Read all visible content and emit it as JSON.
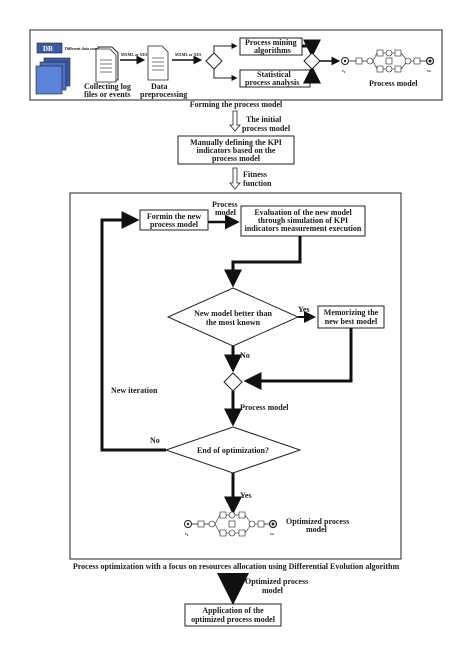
{
  "top_section": {
    "db_label": "DB",
    "data_sources_label": "Different data sources",
    "collecting_label_1": "Collecting log",
    "collecting_label_2": "files or events",
    "format_label_1": "MXML or XES",
    "preprocessing_label_1": "Data",
    "preprocessing_label_2": "preprocessing",
    "format_label_2": "MXML or XES",
    "mining_label_1": "Process mining",
    "mining_label_2": "algorithms",
    "statistical_label_1": "Statistical",
    "statistical_label_2": "process analysis",
    "process_model_label": "Process model",
    "start_node_label": "v₀",
    "end_node_label": "vₙ",
    "caption": "Forming the process model"
  },
  "initial_arrow_label_1": "The initial",
  "initial_arrow_label_2": "process model",
  "kpi_box": {
    "line1": "Manually defining the KPI",
    "line2": "indicators based on the",
    "line3": "process model"
  },
  "fitness_label_1": "Fitness",
  "fitness_label_2": "function",
  "optimization": {
    "formin_line1": "Formin the new",
    "formin_line2": "process model",
    "process_model_label_1": "Process",
    "process_model_label_2": "model",
    "evaluation_line1": "Evaluation of the new model",
    "evaluation_line2": "through simulation of KPI",
    "evaluation_line3": "indicators measurement execution",
    "decision1_line1": "New model better than",
    "decision1_line2": "the most known",
    "yes_label_1": "Yes",
    "memorizing_line1": "Memorizing the",
    "memorizing_line2": "new best model",
    "no_label_1": "No",
    "new_iteration_label": "New iteration",
    "process_model_label_3": "Process model",
    "no_label_2": "No",
    "decision2_label": "End of optimization?",
    "yes_label_2": "Yes",
    "optimized_line1": "Optimized process",
    "optimized_line2": "model",
    "start_node_label": "v₀",
    "end_node_label": "vₙ",
    "caption": "Process optimization with a focus on resources allocation using Differential Evolution algorithm"
  },
  "bottom": {
    "optimized_line1": "Optimized process",
    "optimized_line2": "model",
    "application_line1": "Application of the",
    "application_line2": "optimized process model"
  }
}
